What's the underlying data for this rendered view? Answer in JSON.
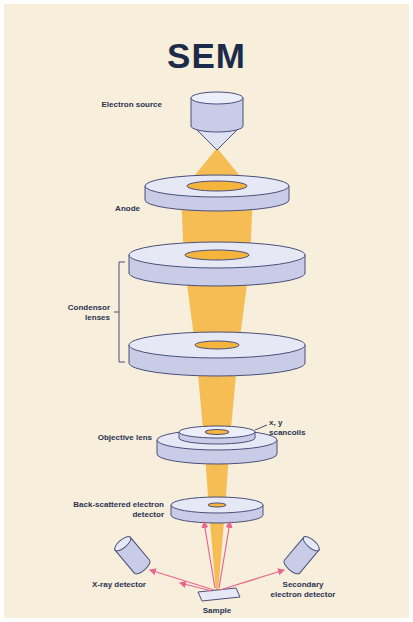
{
  "diagram": {
    "title": "SEM",
    "labels": [
      "Electron source",
      "Anode",
      "Condensor lenses",
      "x, y scancoils",
      "Objective lens",
      "Back-scattered electron detector",
      "X-ray detector",
      "Secondary electron detector",
      "Sample"
    ]
  }
}
